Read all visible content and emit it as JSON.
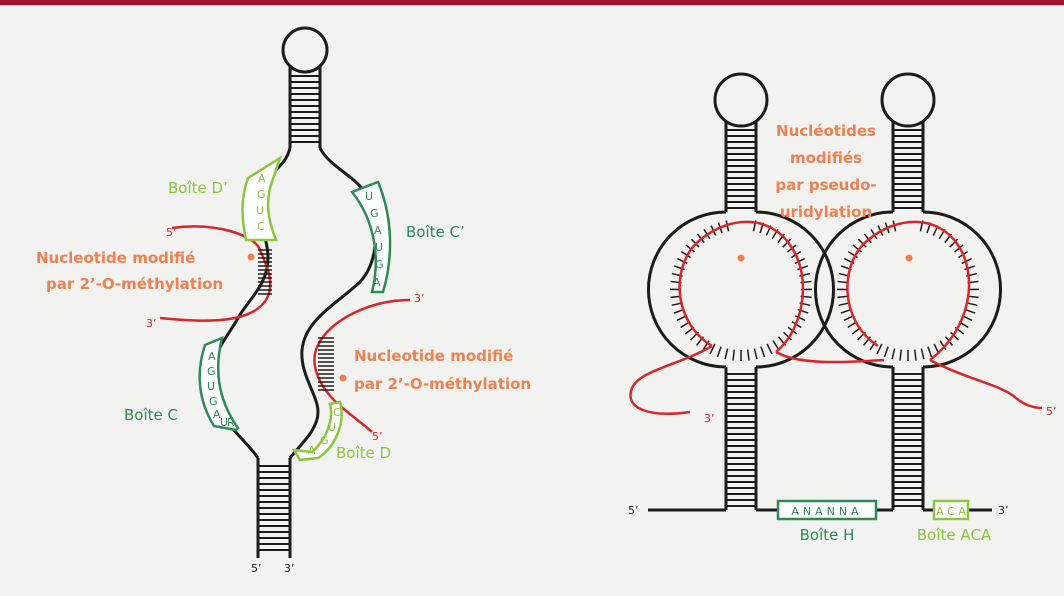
{
  "colors": {
    "background": "#f2f2f0",
    "top_bar": "#a3122a",
    "strand": "#1c1c1c",
    "target_rna": "#d9262b",
    "highlight_text": "#f08050",
    "dark_green": "#2e8b57",
    "light_green": "#8cc63f"
  },
  "left": {
    "box_d_prime": {
      "label": "Boîte D’",
      "letters": [
        "A",
        "G",
        "U",
        "C"
      ]
    },
    "box_c_prime": {
      "label": "Boîte C’",
      "letters": [
        "U",
        "G",
        "A",
        "U",
        "G",
        "A"
      ]
    },
    "box_c": {
      "label": "Boîte C",
      "letters": [
        "A",
        "G",
        "U",
        "G",
        "A",
        "U",
        "R"
      ]
    },
    "box_d": {
      "label": "Boîte D",
      "letters": [
        "C",
        "U",
        "G",
        "A"
      ]
    },
    "mod_upper": {
      "line1": "Nucleotide modifié",
      "line2": "par 2’-O-méthylation"
    },
    "mod_lower": {
      "line1": "Nucleotide modifié",
      "line2": "par 2’-O-méthylation"
    },
    "end_5_upper": "5’",
    "end_3_upper": "3’",
    "end_3_right": "3’",
    "end_5_right": "5’",
    "stem_5": "5’",
    "stem_3": "3’"
  },
  "right": {
    "title": {
      "line1": "Nucléotides",
      "line2": "modifiés",
      "line3": "par pseudo-",
      "line4": "uridylation"
    },
    "end_3": "3’",
    "end_5": "5’",
    "strand_5": "5’",
    "strand_3": "3’",
    "box_h": {
      "label": "Boîte H",
      "seq": "ANANNA"
    },
    "box_aca": {
      "label": "Boîte ACA",
      "seq": "A C A"
    }
  }
}
